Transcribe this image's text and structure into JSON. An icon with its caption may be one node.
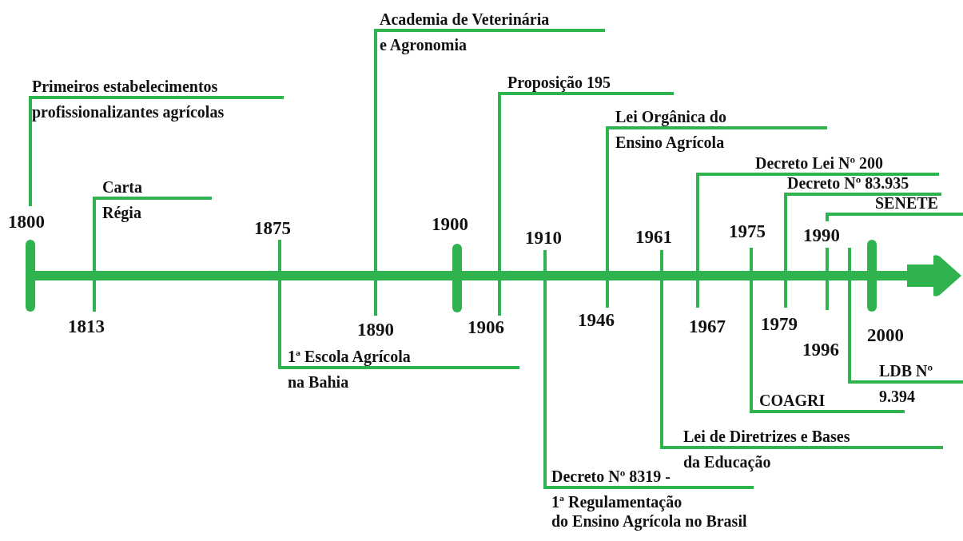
{
  "diagram": {
    "nodes": [
      {
        "text": [],
        "shape": "arrow"
      },
      {
        "text": [
          "Primeiros estabelecimentos",
          "profissionalizantes agrícolas"
        ]
      },
      {
        "text": [
          "Carta",
          "Régia"
        ]
      },
      {
        "text": [
          "1ª Escola Agrícola",
          "na Bahia"
        ]
      },
      {
        "text": [
          "Academia de Veterinária",
          "e Agronomia"
        ]
      },
      {
        "text": [
          "Proposição 195"
        ]
      },
      {
        "text": [
          "Decreto Nº 8319 -",
          "1ª Regulamentação",
          "do Ensino Agrícola no Brasil"
        ]
      },
      {
        "text": [
          "Lei Orgânica do",
          "Ensino Agrícola"
        ]
      },
      {
        "text": [
          "Lei de Diretrizes e Bases",
          "da Educação"
        ]
      },
      {
        "text": [
          "Decreto Lei Nº 200"
        ]
      },
      {
        "text": [
          "COAGRI"
        ]
      },
      {
        "text": [
          "Decreto Nº 83.935"
        ]
      },
      {
        "text": [
          "SENETE"
        ]
      },
      {
        "text": [
          "LDB Nº",
          "9.394"
        ]
      }
    ],
    "edges": [
      {
        "from": 1,
        "to": null,
        "arrow": "none"
      },
      {
        "from": 2,
        "to": 0,
        "arrow": "none"
      },
      {
        "from": 3,
        "to": 0,
        "arrow": "none"
      },
      {
        "from": 4,
        "to": 0,
        "arrow": "none"
      },
      {
        "from": 5,
        "to": 0,
        "arrow": "none"
      },
      {
        "from": 6,
        "to": 0,
        "arrow": "none"
      },
      {
        "from": 7,
        "to": 0,
        "arrow": "none"
      },
      {
        "from": 8,
        "to": 0,
        "arrow": "none"
      },
      {
        "from": 9,
        "to": 0,
        "arrow": "none"
      },
      {
        "from": 10,
        "to": 0,
        "arrow": "none"
      },
      {
        "from": 11,
        "to": 0,
        "arrow": "none"
      },
      {
        "from": 12,
        "to": null,
        "arrow": "none"
      },
      {
        "from": 13,
        "to": 0,
        "arrow": "none"
      }
    ],
    "labels": [
      "1800",
      "1813",
      "1875",
      "1890",
      "1900",
      "1906",
      "1910",
      "1946",
      "1961",
      "1967",
      "1975",
      "1979",
      "1990",
      "1996",
      "2000"
    ]
  }
}
